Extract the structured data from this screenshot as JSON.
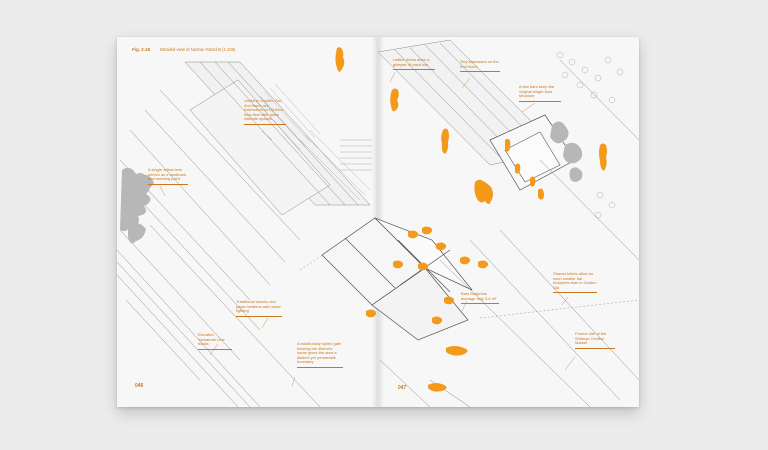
{
  "figure": {
    "number": "Fig. 2.18",
    "title": "Detailed view of Nonbei Yokochō (1:100)"
  },
  "annotations": {
    "trees": "A single willow tree serves as a landmark and meeting point",
    "golden_gai": "Unlike in Golden Gai, 2nd floors are extensions of 1st floor bars that offer more intimate spaces",
    "lattice": "Lattice doors allow a glimpse of each bar",
    "tiny_staircases": "Tiny staircases on the 2nd floors",
    "few_bars": "A few bars keep the original single floor structure",
    "lanterns": "Traditional shochu red paper lanterns add mood lighting",
    "elevated_line": "Elevated Yamanote Line tracks",
    "gate": "A traditionally styled gate bearing the district's name gives the area a distinct yet permeable boundary",
    "footprints": "Bars footprints average only 3.6 m²",
    "shared_toilets": "Shared toilets allow for each smaller bar footprints than in Golden Gai",
    "former_site": "Former site of the Shibuya Central Market"
  },
  "pages": {
    "left": "046",
    "right": "047"
  },
  "colors": {
    "accent": "#c9781e",
    "people": "#f39a1b",
    "line": "#8a8a8a",
    "gray": "#b7b7b7"
  }
}
